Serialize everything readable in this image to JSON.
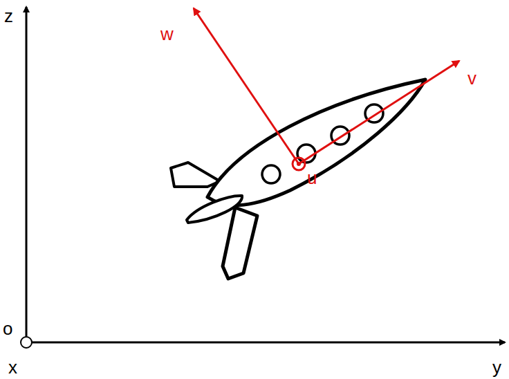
{
  "diagram": {
    "labels": [
      "z",
      "o",
      "x",
      "y",
      "w",
      "v",
      "u"
    ]
  }
}
